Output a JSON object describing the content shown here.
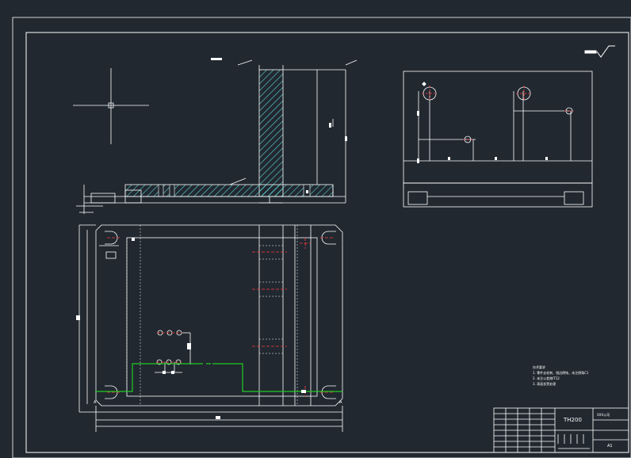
{
  "colors": {
    "background": "#212830",
    "line": "#ffffff",
    "hatch": "#5fd3d3",
    "centerline": "#ff3b3b",
    "highlight": "#22cc22"
  },
  "title_block": {
    "model": "TH200",
    "sheet_size": "A1",
    "company": "XXX公司"
  },
  "notes": {
    "heading": "技术要求",
    "items": [
      "1. 零件去毛刺、锐边倒钝，未注倒角C1",
      "2. 未注公差按IT12",
      "3. 表面发黑处理"
    ]
  },
  "section_markers": [
    "A",
    "A"
  ]
}
